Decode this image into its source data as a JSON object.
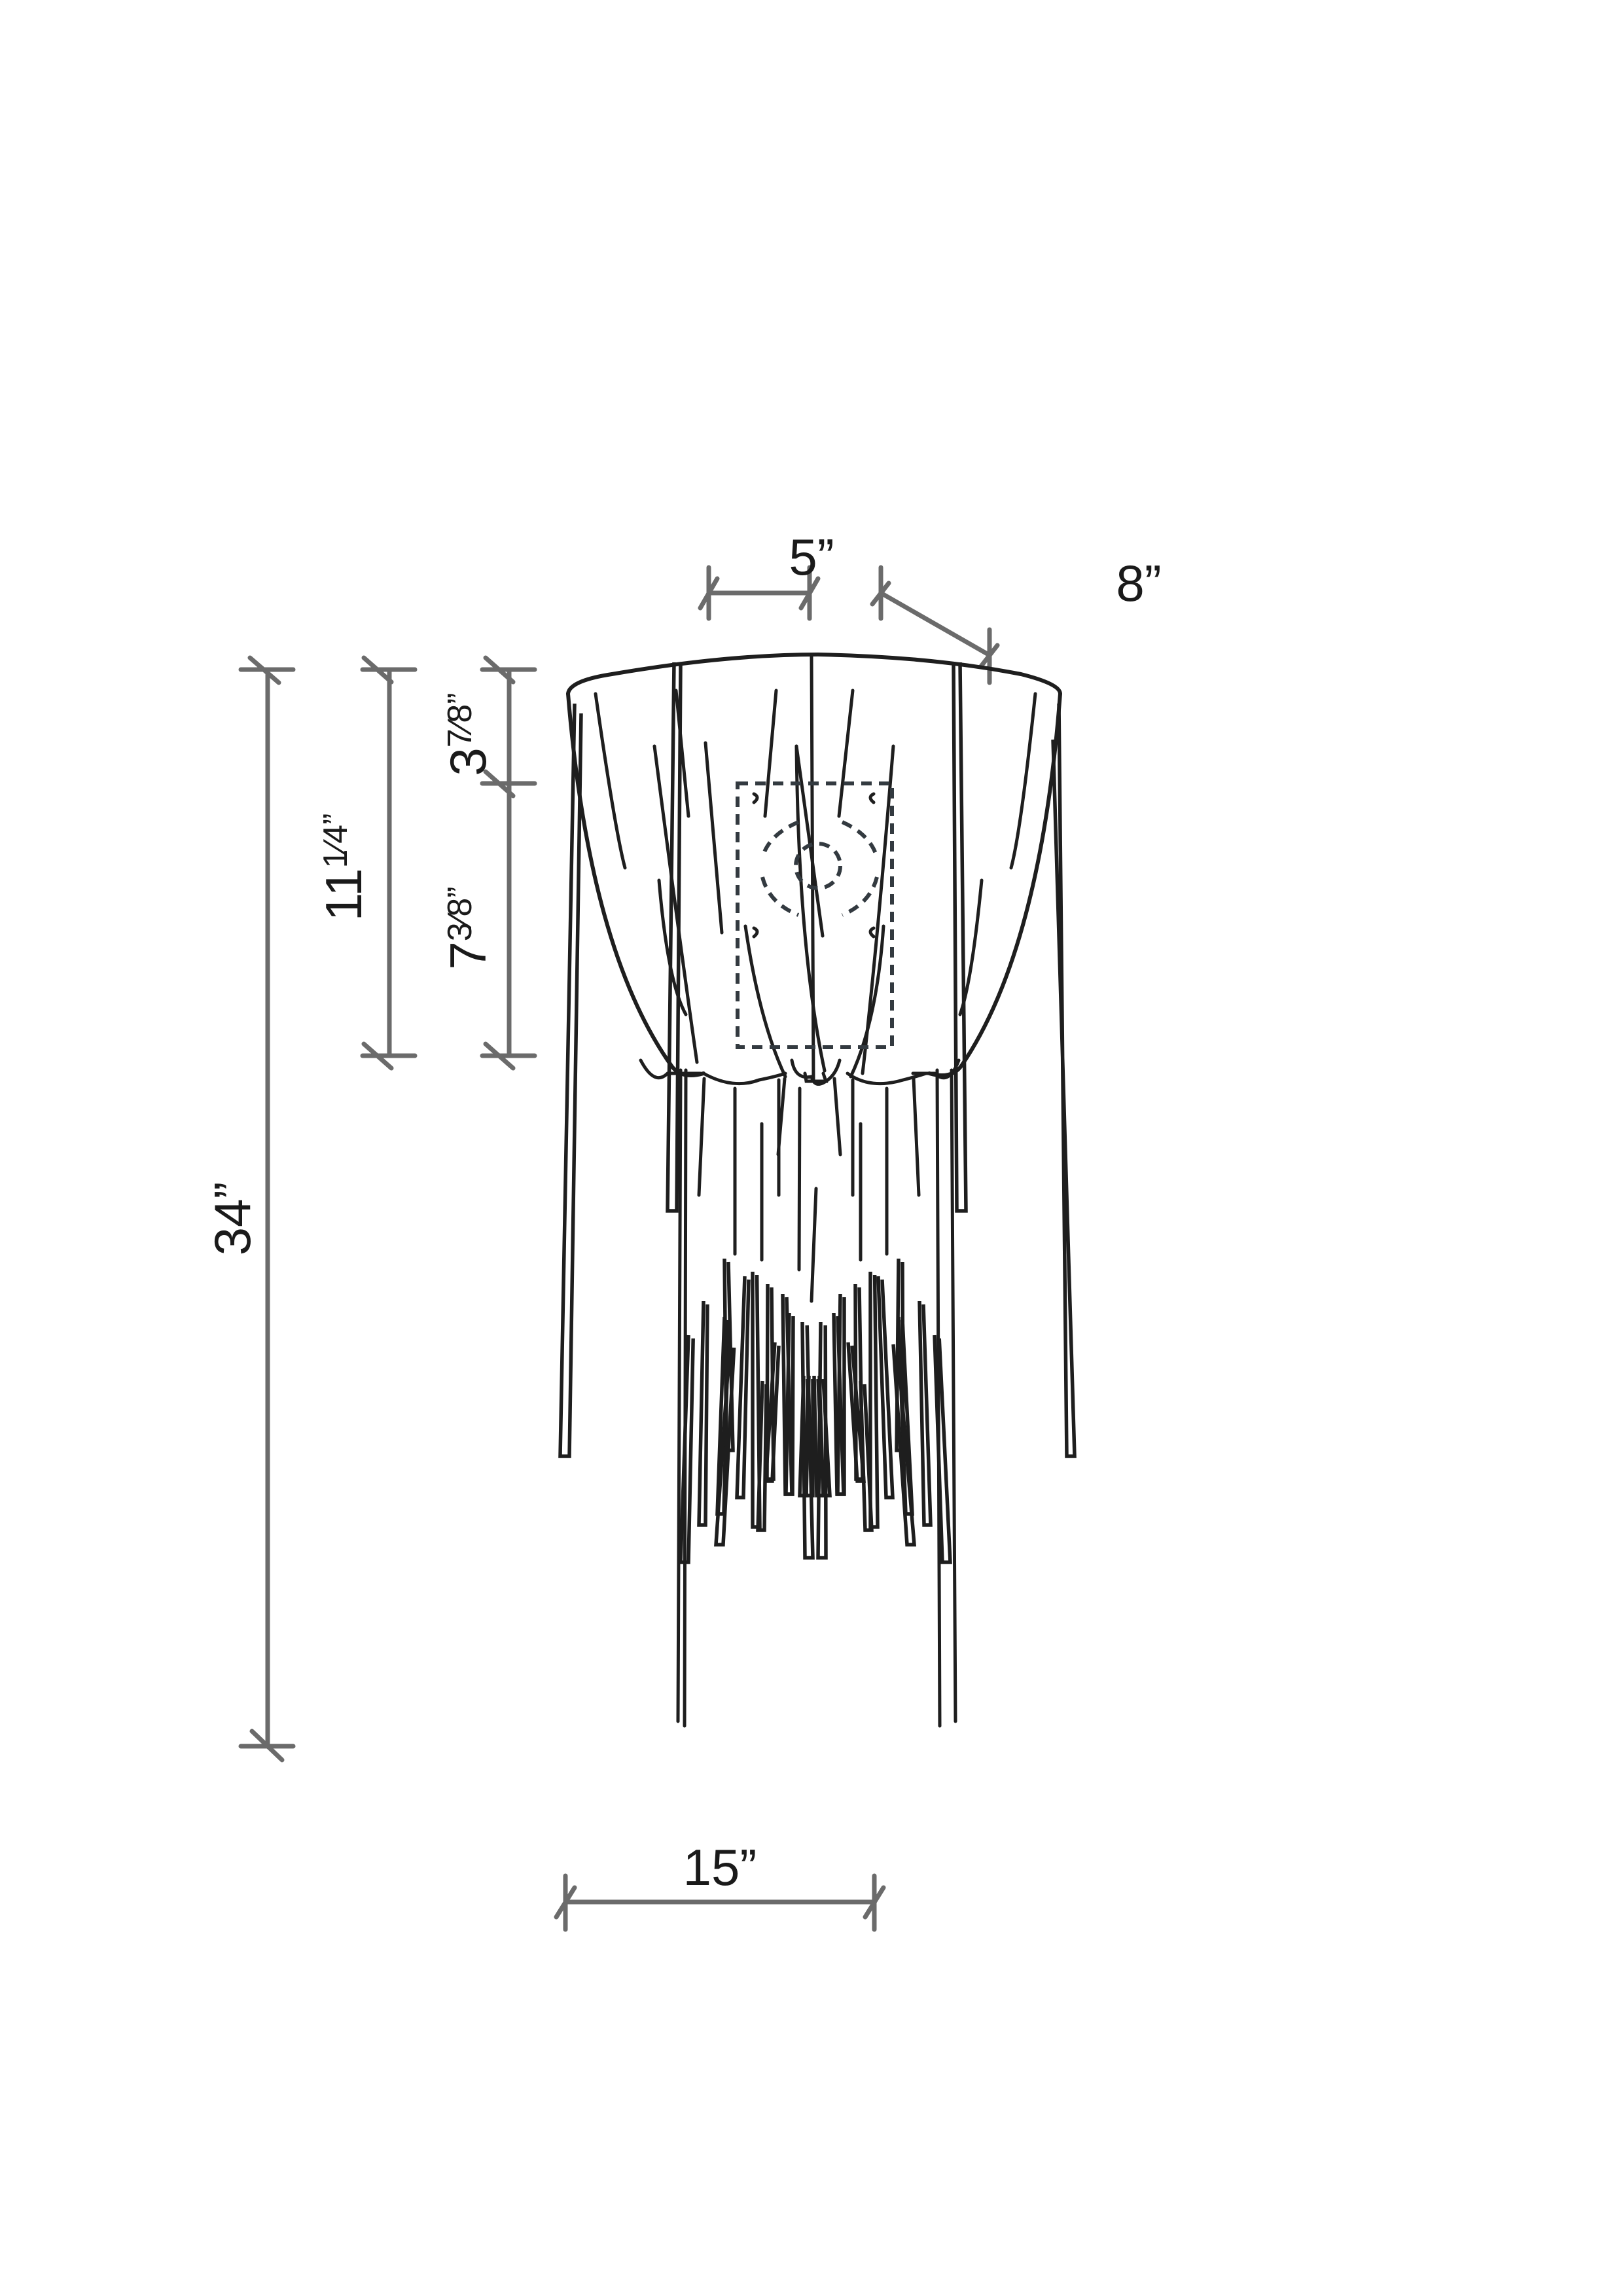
{
  "drawing": {
    "title": "Ceiling fixture dimension drawing",
    "line_color": "#1e1e1e",
    "dimension_color": "#6b6b6b"
  },
  "dimensions": {
    "canopy_width": {
      "label": "5”",
      "value_in": 5
    },
    "canopy_depth": {
      "label": "8”",
      "value_in": 8
    },
    "overall_width": {
      "label": "15”",
      "value_in": 15
    },
    "overall_height": {
      "label": "34”",
      "value_in": 34
    },
    "shade_height": {
      "label_whole": "11",
      "label_frac": "1⁄4",
      "label_unit": "”",
      "value_in": 11.25
    },
    "upper_section": {
      "label_whole": "3",
      "label_frac": "7⁄8",
      "label_unit": "”",
      "value_in": 3.875
    },
    "lower_section": {
      "label_whole": "7",
      "label_frac": "3⁄8",
      "label_unit": "”",
      "value_in": 7.375
    }
  }
}
